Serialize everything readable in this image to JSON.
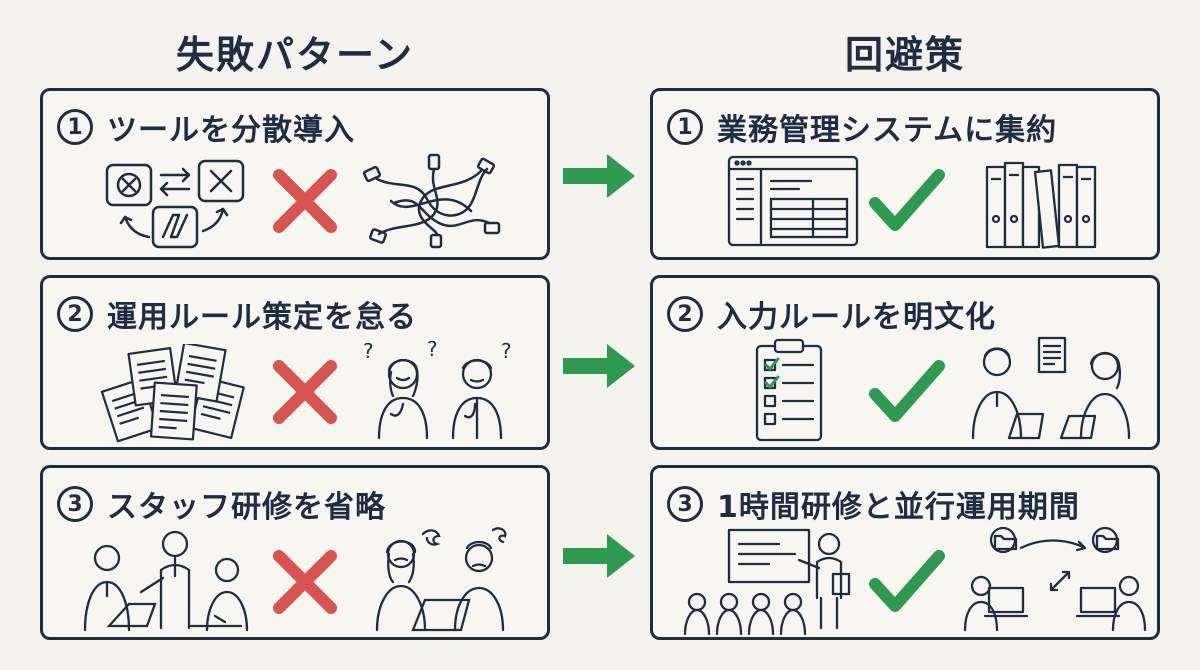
{
  "left_column": {
    "title": "失敗パターン",
    "items": [
      {
        "number": "1",
        "title": "ツールを分散導入"
      },
      {
        "number": "2",
        "title": "運用ルール策定を怠る"
      },
      {
        "number": "3",
        "title": "スタッフ研修を省略"
      }
    ]
  },
  "right_column": {
    "title": "回避策",
    "items": [
      {
        "number": "1",
        "title": "業務管理システムに集約"
      },
      {
        "number": "2",
        "title": "入力ルールを明文化"
      },
      {
        "number": "3",
        "title": "1時間研修と並行運用期間"
      }
    ]
  },
  "colors": {
    "ink": "#1f2d44",
    "cross": "#d9534f",
    "check": "#2e9a4f",
    "arrow": "#2e9a4f",
    "background": "#f4f3ee"
  },
  "icons": {
    "fail_mark": "cross-icon",
    "success_mark": "check-icon",
    "transition": "arrow-right-icon"
  }
}
